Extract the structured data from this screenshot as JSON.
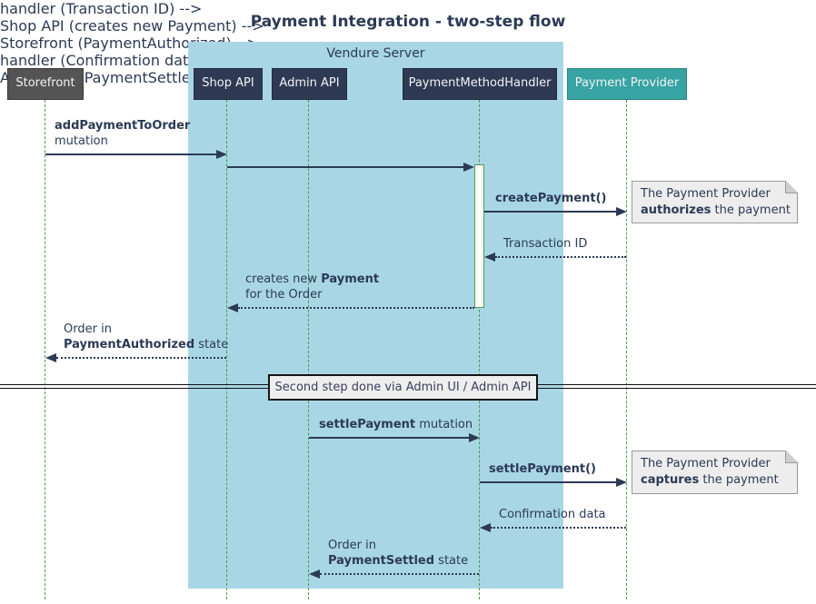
{
  "title": "Payment Integration - two-step flow",
  "server_box": {
    "label": "Vendure Server"
  },
  "participants": [
    {
      "label": "Storefront"
    },
    {
      "label": "Shop API"
    },
    {
      "label": "Admin API"
    },
    {
      "label": "PaymentMethodHandler"
    },
    {
      "label": "Payment Provider"
    }
  ],
  "messages": [
    {
      "l1_pre": "",
      "l1_bold": "addPaymentToOrder",
      "l1_post": "",
      "l2_pre": "mutation",
      "l2_bold": "",
      "l2_post": ""
    },
    {
      "l1_pre": "",
      "l1_bold": "",
      "l1_post": "",
      "l2_pre": "",
      "l2_bold": "",
      "l2_post": ""
    },
    {
      "l1_pre": "",
      "l1_bold": "createPayment()",
      "l1_post": "",
      "l2_pre": "",
      "l2_bold": "",
      "l2_post": ""
    },
    {
      "l1_pre": "Transaction ID",
      "l1_bold": "",
      "l1_post": "",
      "l2_pre": "",
      "l2_bold": "",
      "l2_post": ""
    },
    {
      "l1_pre": "creates new ",
      "l1_bold": "Payment",
      "l1_post": "",
      "l2_pre": "for the Order",
      "l2_bold": "",
      "l2_post": ""
    },
    {
      "l1_pre": "Order in",
      "l1_bold": "",
      "l1_post": "",
      "l2_pre": "",
      "l2_bold": "PaymentAuthorized",
      "l2_post": " state"
    },
    {
      "l1_pre": "",
      "l1_bold": "settlePayment",
      "l1_post": " mutation",
      "l2_pre": "",
      "l2_bold": "",
      "l2_post": ""
    },
    {
      "l1_pre": "",
      "l1_bold": "settlePayment()",
      "l1_post": "",
      "l2_pre": "",
      "l2_bold": "",
      "l2_post": ""
    },
    {
      "l1_pre": "Confirmation data",
      "l1_bold": "",
      "l1_post": "",
      "l2_pre": "",
      "l2_bold": "",
      "l2_post": ""
    },
    {
      "l1_pre": "Order in",
      "l1_bold": "",
      "l1_post": "",
      "l2_pre": "",
      "l2_bold": "PaymentSettled",
      "l2_post": " state"
    }
  ],
  "divider": {
    "label": "Second step done via Admin UI / Admin API"
  },
  "notes": [
    {
      "line1": "The Payment Provider",
      "bold": "authorizes",
      "rest": " the payment"
    },
    {
      "line1": "The Payment Provider",
      "bold": "captures",
      "rest": " the payment"
    }
  ],
  "colors": {
    "navy": "#2b3a55",
    "participant_navy": "#2e3a54",
    "participant_gray": "#545454",
    "participant_teal": "#37a3a3",
    "server_container_blue": "#a9d6e5",
    "lifeline_green": "#4b9e4b",
    "note_background": "#ededed",
    "divider_background": "#eeeeee"
  }
}
